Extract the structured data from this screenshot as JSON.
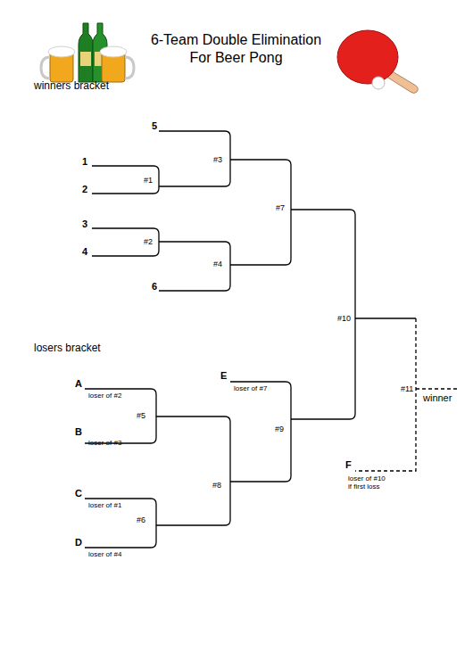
{
  "diagram": {
    "title": "6-Team Double Elimination For Beer Pong",
    "labels": [
      "winners bracket",
      "5",
      "1",
      "#3",
      "#1",
      "2",
      "#7",
      "3",
      "#2",
      "4",
      "#4",
      "6",
      "#10",
      "losers bracket",
      "E",
      "A",
      "loser of #7",
      "#11",
      "loser of #2",
      "winner",
      "#5",
      "#9",
      "B",
      "loser of #3",
      "F",
      "loser of #10 if first loss",
      "#8",
      "C",
      "loser of #1",
      "#6",
      "D",
      "loser of #4"
    ]
  }
}
